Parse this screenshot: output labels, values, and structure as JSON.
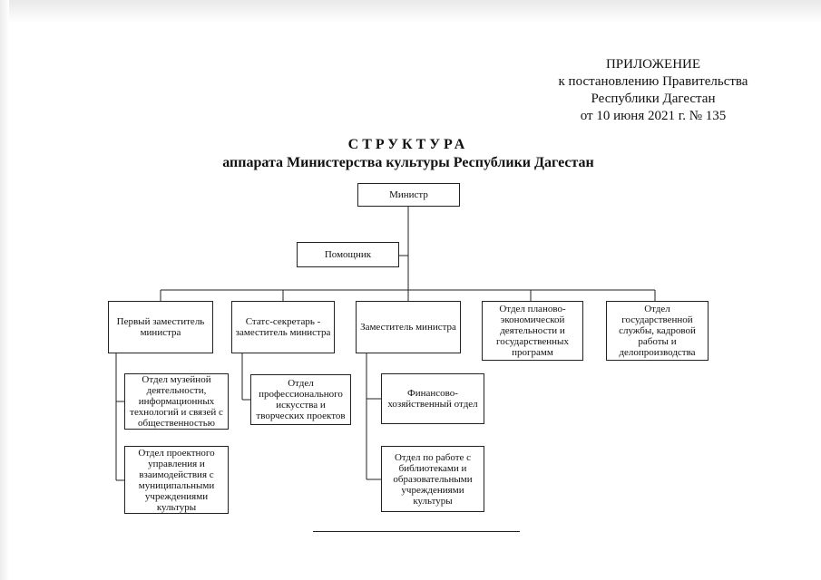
{
  "appendix": {
    "line1": "ПРИЛОЖЕНИЕ",
    "line2": "к постановлению Правительства",
    "line3": "Республики Дагестан",
    "line4": "от 10 июня 2021 г. № 135"
  },
  "title": {
    "main": "СТРУКТУРА",
    "subtitle": "аппарата Министерства культуры Республики Дагестан"
  },
  "org": {
    "minister": "Министр",
    "assistant": "Помощник",
    "first_deputy": "Первый заместитель министра",
    "state_secretary": "Статс-секретарь - заместитель министра",
    "deputy_minister": "Заместитель министра",
    "planning_dept": "Отдел планово-экономической деятельности и государственных программ",
    "civil_service_dept": "Отдел государственной службы, кадровой работы и делопроизводства",
    "museum_dept": "Отдел музейной деятельности, информационных технологий и связей с общественностью",
    "project_dept": "Отдел проектного управления и взаимодействия с муниципальными учреждениями культуры",
    "professional_art_dept": "Отдел профессионального искусства и творческих проектов",
    "finance_dept": "Финансово-хозяйственный отдел",
    "libraries_dept": "Отдел по работе с библиотеками и образовательными учреждениями культуры"
  }
}
